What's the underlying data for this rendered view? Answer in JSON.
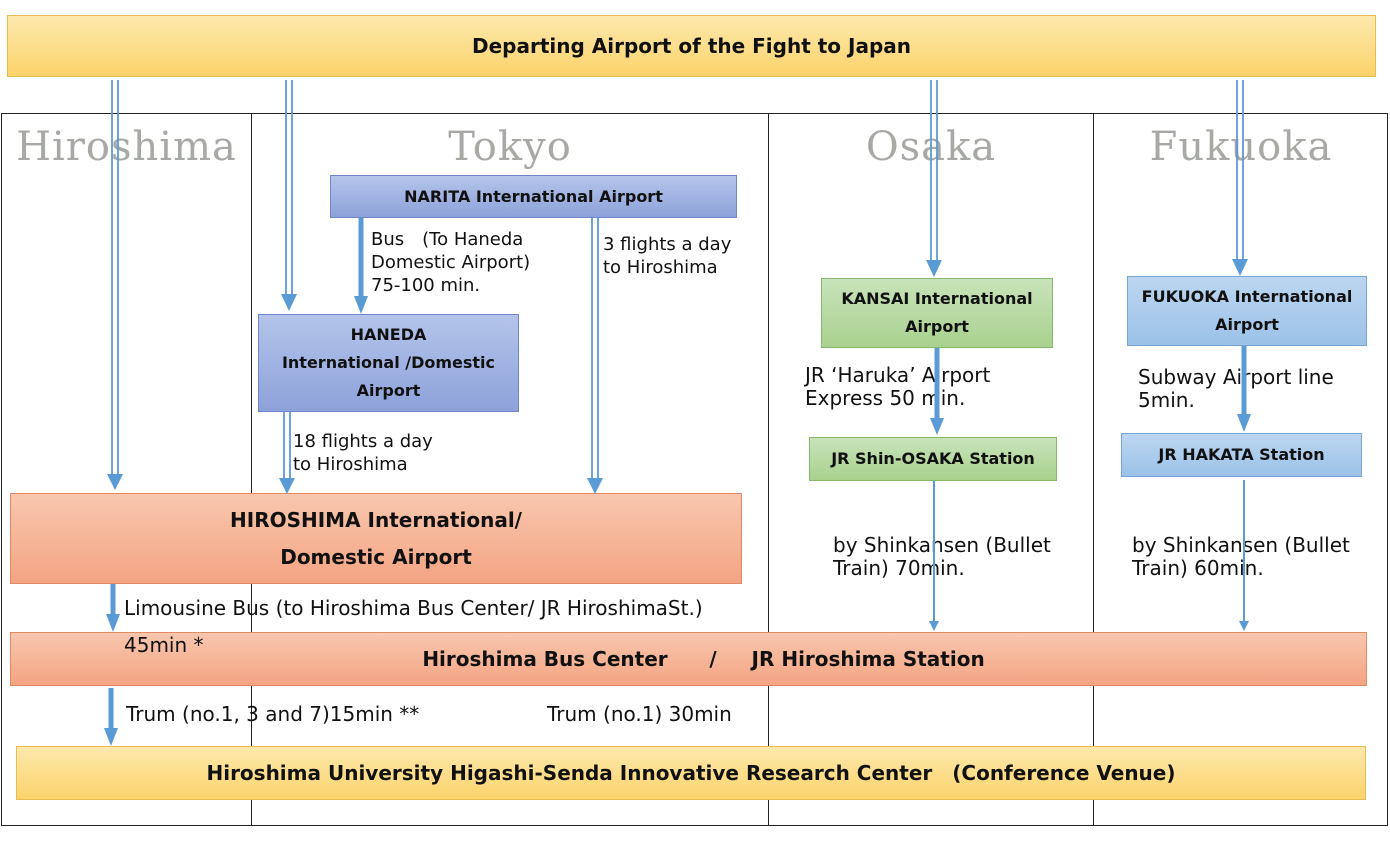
{
  "header": {
    "title": "Departing Airport of the Fight to Japan"
  },
  "regions": [
    "Hiroshima",
    "Tokyo",
    "Osaka",
    "Fukuoka"
  ],
  "airports": {
    "narita": "NARITA International Airport",
    "haneda_l1": "HANEDA",
    "haneda_l2": "International /Domestic",
    "haneda_l3": "Airport",
    "kansai_l1": "KANSAI International",
    "kansai_l2": "Airport",
    "fukuoka_l1": "FUKUOKA International",
    "fukuoka_l2": "Airport",
    "shin_osaka": "JR Shin-OSAKA Station",
    "hakata": "JR HAKATA Station",
    "hiroshima_l1": "HIROSHIMA International/",
    "hiroshima_l2": "Domestic Airport",
    "hub": "Hiroshima Bus Center      /     JR Hiroshima Station",
    "venue": "Hiroshima University Higashi-Senda Innovative Research Center　(Conference  Venue)"
  },
  "routes": {
    "narita_bus": "Bus　(To Haneda\nDomestic Airport)\n75-100 min.",
    "narita_flights": "3 flights a day\nto Hiroshima",
    "haneda_flights": "18 flights a day\nto Hiroshima",
    "haruka": "JR ‘Haruka’ Airport\nExpress  50 min.",
    "subway": "Subway Airport line\n5min.",
    "shinkansen_osaka": "by Shinkansen (Bullet\nTrain) 70min.",
    "shinkansen_fukuoka": "by Shinkansen (Bullet\nTrain) 60min.",
    "limousine": "Limousine Bus (to Hiroshima Bus Center/ JR HiroshimaSt.)",
    "limousine_time": "45min *",
    "tram_a": "Trum (no.1, 3 and 7)15min **",
    "tram_b": "Trum (no.1) 30min"
  }
}
